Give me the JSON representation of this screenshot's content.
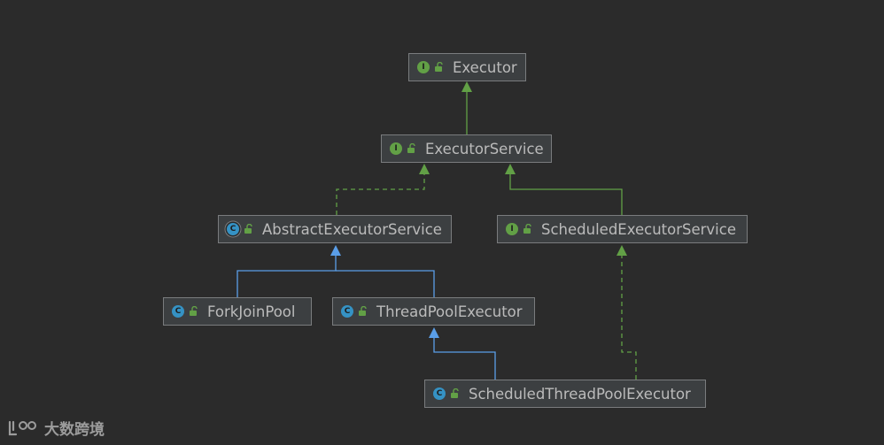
{
  "diagram": {
    "nodes": [
      {
        "id": "executor",
        "label": "Executor",
        "kind": "I"
      },
      {
        "id": "executor-service",
        "label": "ExecutorService",
        "kind": "I"
      },
      {
        "id": "abstract-executor-service",
        "label": "AbstractExecutorService",
        "kind": "C"
      },
      {
        "id": "scheduled-executor-service",
        "label": "ScheduledExecutorService",
        "kind": "I"
      },
      {
        "id": "fork-join-pool",
        "label": "ForkJoinPool",
        "kind": "C"
      },
      {
        "id": "thread-pool-executor",
        "label": "ThreadPoolExecutor",
        "kind": "C"
      },
      {
        "id": "scheduled-thread-pool-executor",
        "label": "ScheduledThreadPoolExecutor",
        "kind": "C"
      }
    ],
    "edges": [
      {
        "from": "executor-service",
        "to": "executor",
        "type": "extends-interface"
      },
      {
        "from": "abstract-executor-service",
        "to": "executor-service",
        "type": "implements"
      },
      {
        "from": "scheduled-executor-service",
        "to": "executor-service",
        "type": "extends-interface"
      },
      {
        "from": "fork-join-pool",
        "to": "abstract-executor-service",
        "type": "extends-class"
      },
      {
        "from": "thread-pool-executor",
        "to": "abstract-executor-service",
        "type": "extends-class"
      },
      {
        "from": "scheduled-thread-pool-executor",
        "to": "thread-pool-executor",
        "type": "extends-class"
      },
      {
        "from": "scheduled-thread-pool-executor",
        "to": "scheduled-executor-service",
        "type": "implements"
      }
    ]
  },
  "watermark": {
    "text": "大数跨境"
  },
  "colors": {
    "background": "#2b2b2b",
    "node_fill": "#3c3f41",
    "node_border": "#7a7c7e",
    "text": "#bbbbbb",
    "interface_arrow": "#62a046",
    "class_arrow": "#5a9ee8",
    "interface_badge": "#62a046",
    "class_badge": "#3592c4"
  }
}
